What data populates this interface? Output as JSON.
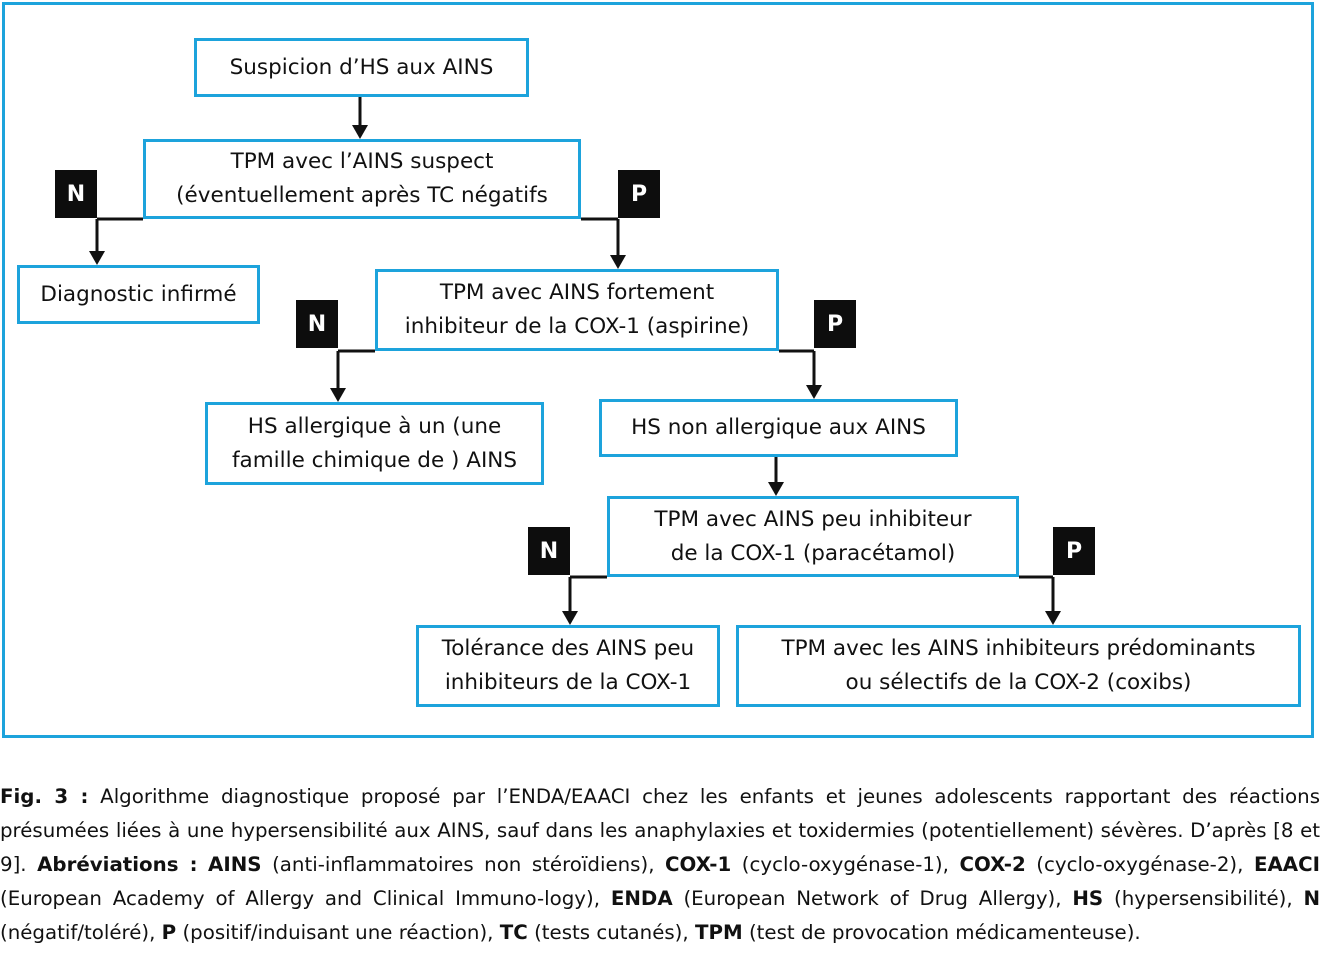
{
  "nodes": {
    "suspicion": "Suspicion d’HS aux AINS",
    "tpm_suspect": "TPM avec l’AINS suspect\n(éventuellement après TC négatifs",
    "diag_infirme": "Diagnostic infirmé",
    "tpm_cox1_fort": "TPM avec AINS fortement\ninhibiteur de la COX-1 (aspirine)",
    "hs_allergique": "HS allergique à un (une\nfamille chimique de ) AINS",
    "hs_non_allergique": "HS non allergique aux AINS",
    "tpm_cox1_peu": "TPM avec AINS peu inhibiteur\nde la COX-1 (paracétamol)",
    "tolerance": "Tolérance des AINS peu\ninhibiteurs de la COX-1",
    "tpm_cox2": "TPM avec les AINS inhibiteurs prédominants\nou sélectifs de la COX-2 (coxibs)"
  },
  "tags": {
    "negative": "N",
    "positive": "P"
  },
  "caption": {
    "label": "Fig. 3 :",
    "text1": " Algorithme diagnostique proposé par l’ENDA/EAACI chez les enfants et jeunes adolescents rapportant des réactions présumées liées à une hypersensibilité aux AINS, sauf dans les anaphylaxies et toxidermies (potentiellement) sévères. D’après [8 et 9]. ",
    "abbr_label": "Abréviations :",
    "abbr": [
      {
        "term": "AINS",
        "def": "(anti-inflammatoires non stéroïdiens)"
      },
      {
        "term": "COX-1",
        "def": "(cyclo-oxygénase-1)"
      },
      {
        "term": "COX-2",
        "def": "(cyclo-oxygénase-2)"
      },
      {
        "term": "EAACI",
        "def": "(European Academy of Allergy and Clinical Immuno-logy)"
      },
      {
        "term": "ENDA",
        "def": "(European Network of Drug Allergy)"
      },
      {
        "term": "HS",
        "def": "(hypersensibilité)"
      },
      {
        "term": "N",
        "def": "(négatif/toléré)"
      },
      {
        "term": "P",
        "def": "(positif/induisant une réaction)"
      },
      {
        "term": "TC",
        "def": "(tests cutanés)"
      },
      {
        "term": "TPM",
        "def": "(test de provocation médicamenteuse)."
      }
    ]
  },
  "colors": {
    "box_border": "#1da3dc",
    "tag_bg": "#0d0d0d"
  }
}
